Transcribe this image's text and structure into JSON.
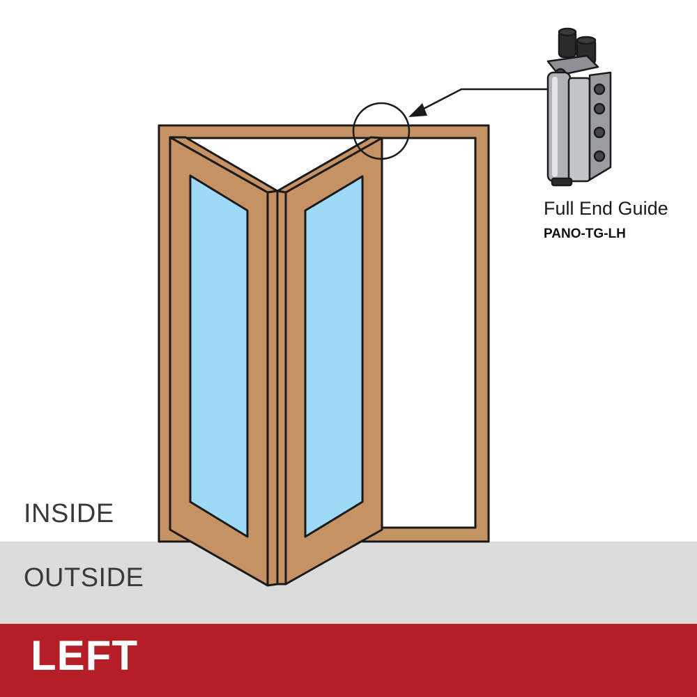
{
  "labels": {
    "inside": "INSIDE",
    "outside": "OUTSIDE",
    "hand": "LEFT"
  },
  "part": {
    "name": "Full End Guide",
    "code": "PANO-TG-LH"
  },
  "colors": {
    "wood": "#c69264",
    "glass": "#9ddaf5",
    "outline": "#1a1a1a",
    "outside_band": "#dcdcdc",
    "banner": "#b41f27",
    "hardware": "#b0b2b6"
  },
  "icons": [
    "end-guide-icon",
    "callout-arrow-icon",
    "detail-circle-icon"
  ]
}
